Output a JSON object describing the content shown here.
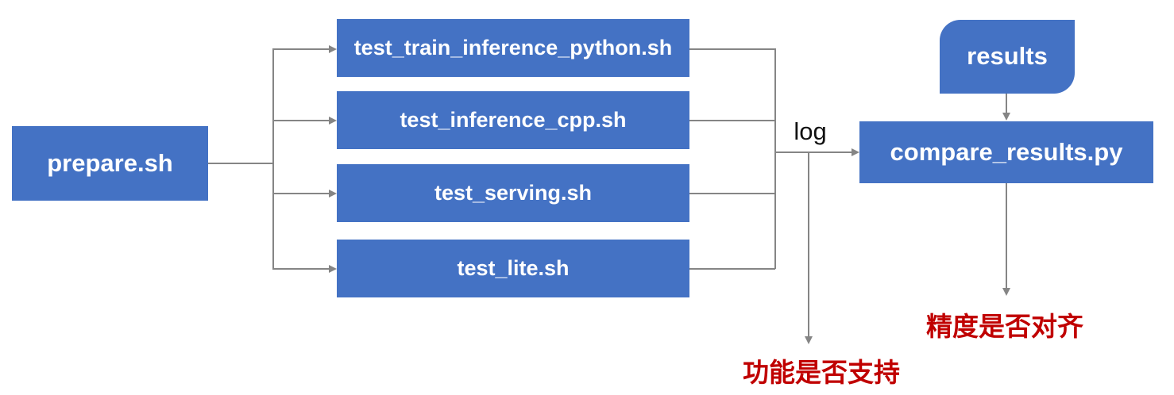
{
  "diagram": {
    "nodes": {
      "prepare": {
        "label": "prepare.sh"
      },
      "test_train_inference_python": {
        "label": "test_train_inference_python.sh"
      },
      "test_inference_cpp": {
        "label": "test_inference_cpp.sh"
      },
      "test_serving": {
        "label": "test_serving.sh"
      },
      "test_lite": {
        "label": "test_lite.sh"
      },
      "results": {
        "label": "results"
      },
      "compare_results": {
        "label": "compare_results.py"
      }
    },
    "edge_labels": {
      "log": "log"
    },
    "annotations": {
      "function_support": "功能是否支持",
      "precision_aligned": "精度是否对齐"
    },
    "colors": {
      "node_fill": "#4472C4",
      "node_text": "#FFFFFF",
      "connector": "#858585",
      "annotation_text": "#C00000",
      "edge_label_text": "#111111"
    }
  }
}
